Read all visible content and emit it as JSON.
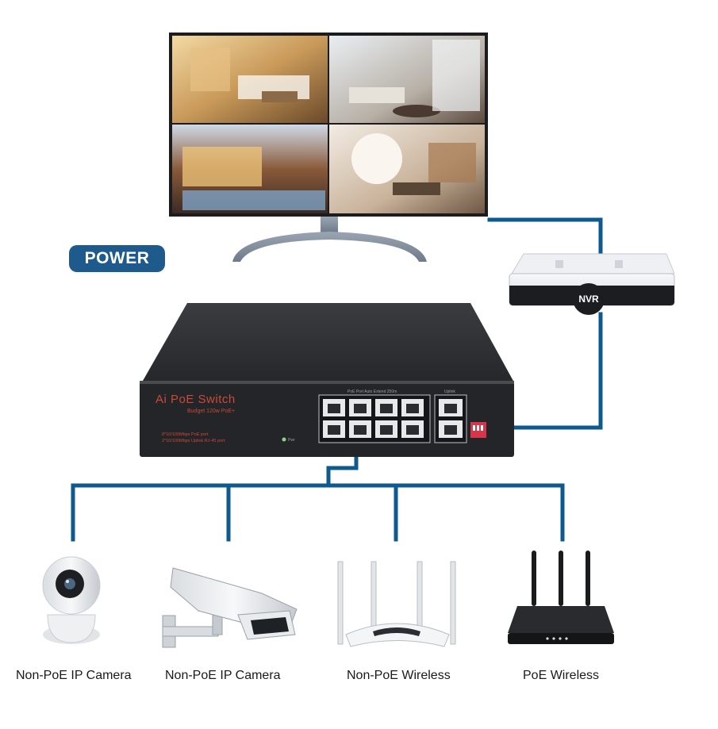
{
  "power_badge": "POWER",
  "nvr_label": "NVR",
  "switch": {
    "brand": "Ai PoE Switch",
    "budget": "Budget 120w PoE+",
    "spec_lines": [
      "8*10/100Mbps PoE port",
      "2*10/100Mbps Uplink RJ-45 port"
    ],
    "port_header": "PoE Port Auto Extend 250m",
    "uplink_header": "Uplink",
    "led_label": "Pwr"
  },
  "devices": [
    {
      "label": "Non-PoE IP Camera",
      "icon": "dome-camera-icon"
    },
    {
      "label": "Non-PoE IP Camera",
      "icon": "bullet-camera-icon"
    },
    {
      "label": "Non-PoE Wireless",
      "icon": "wireless-router-icon"
    },
    {
      "label": "PoE Wireless",
      "icon": "poe-router-icon"
    }
  ],
  "colors": {
    "cable": "#0e5a8f",
    "badge": "#1e5a8c",
    "switch_body": "#2a2c30"
  }
}
